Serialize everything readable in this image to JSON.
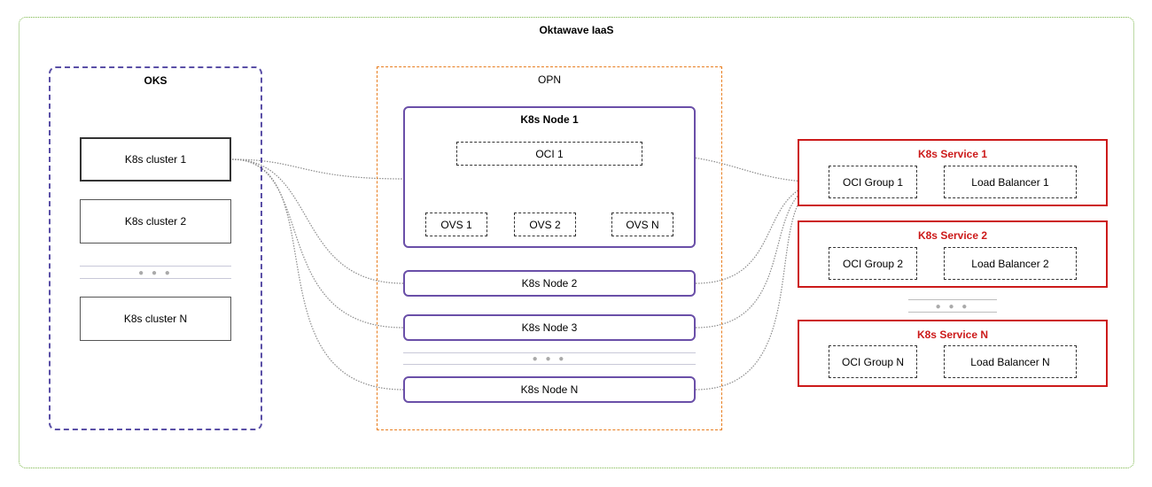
{
  "platform": {
    "title": "Oktawave IaaS"
  },
  "oks": {
    "title": "OKS",
    "clusters": [
      "K8s cluster 1",
      "K8s cluster 2",
      "K8s cluster N"
    ],
    "ellipsis": "● ● ●"
  },
  "opn": {
    "title": "OPN",
    "node1": {
      "title": "K8s Node 1",
      "oci": "OCI 1",
      "ovs": [
        "OVS 1",
        "OVS 2",
        "OVS N"
      ]
    },
    "nodes": [
      "K8s Node 2",
      "K8s Node 3",
      "K8s Node N"
    ],
    "ellipsis": "● ● ●"
  },
  "services": [
    {
      "title": "K8s Service 1",
      "group": "OCI Group 1",
      "lb": "Load Balancer 1"
    },
    {
      "title": "K8s Service 2",
      "group": "OCI Group 2",
      "lb": "Load Balancer 2"
    },
    {
      "title": "K8s Service N",
      "group": "OCI Group N",
      "lb": "Load Balancer N"
    }
  ],
  "services_ellipsis": "● ● ●",
  "colors": {
    "iaas_border": "#7ab648",
    "oks_border": "#5a4fa6",
    "opn_border": "#e87d1e",
    "node_border": "#6a4fa8",
    "service_border": "#cc1a1a",
    "connector": "#8a8a8a"
  }
}
